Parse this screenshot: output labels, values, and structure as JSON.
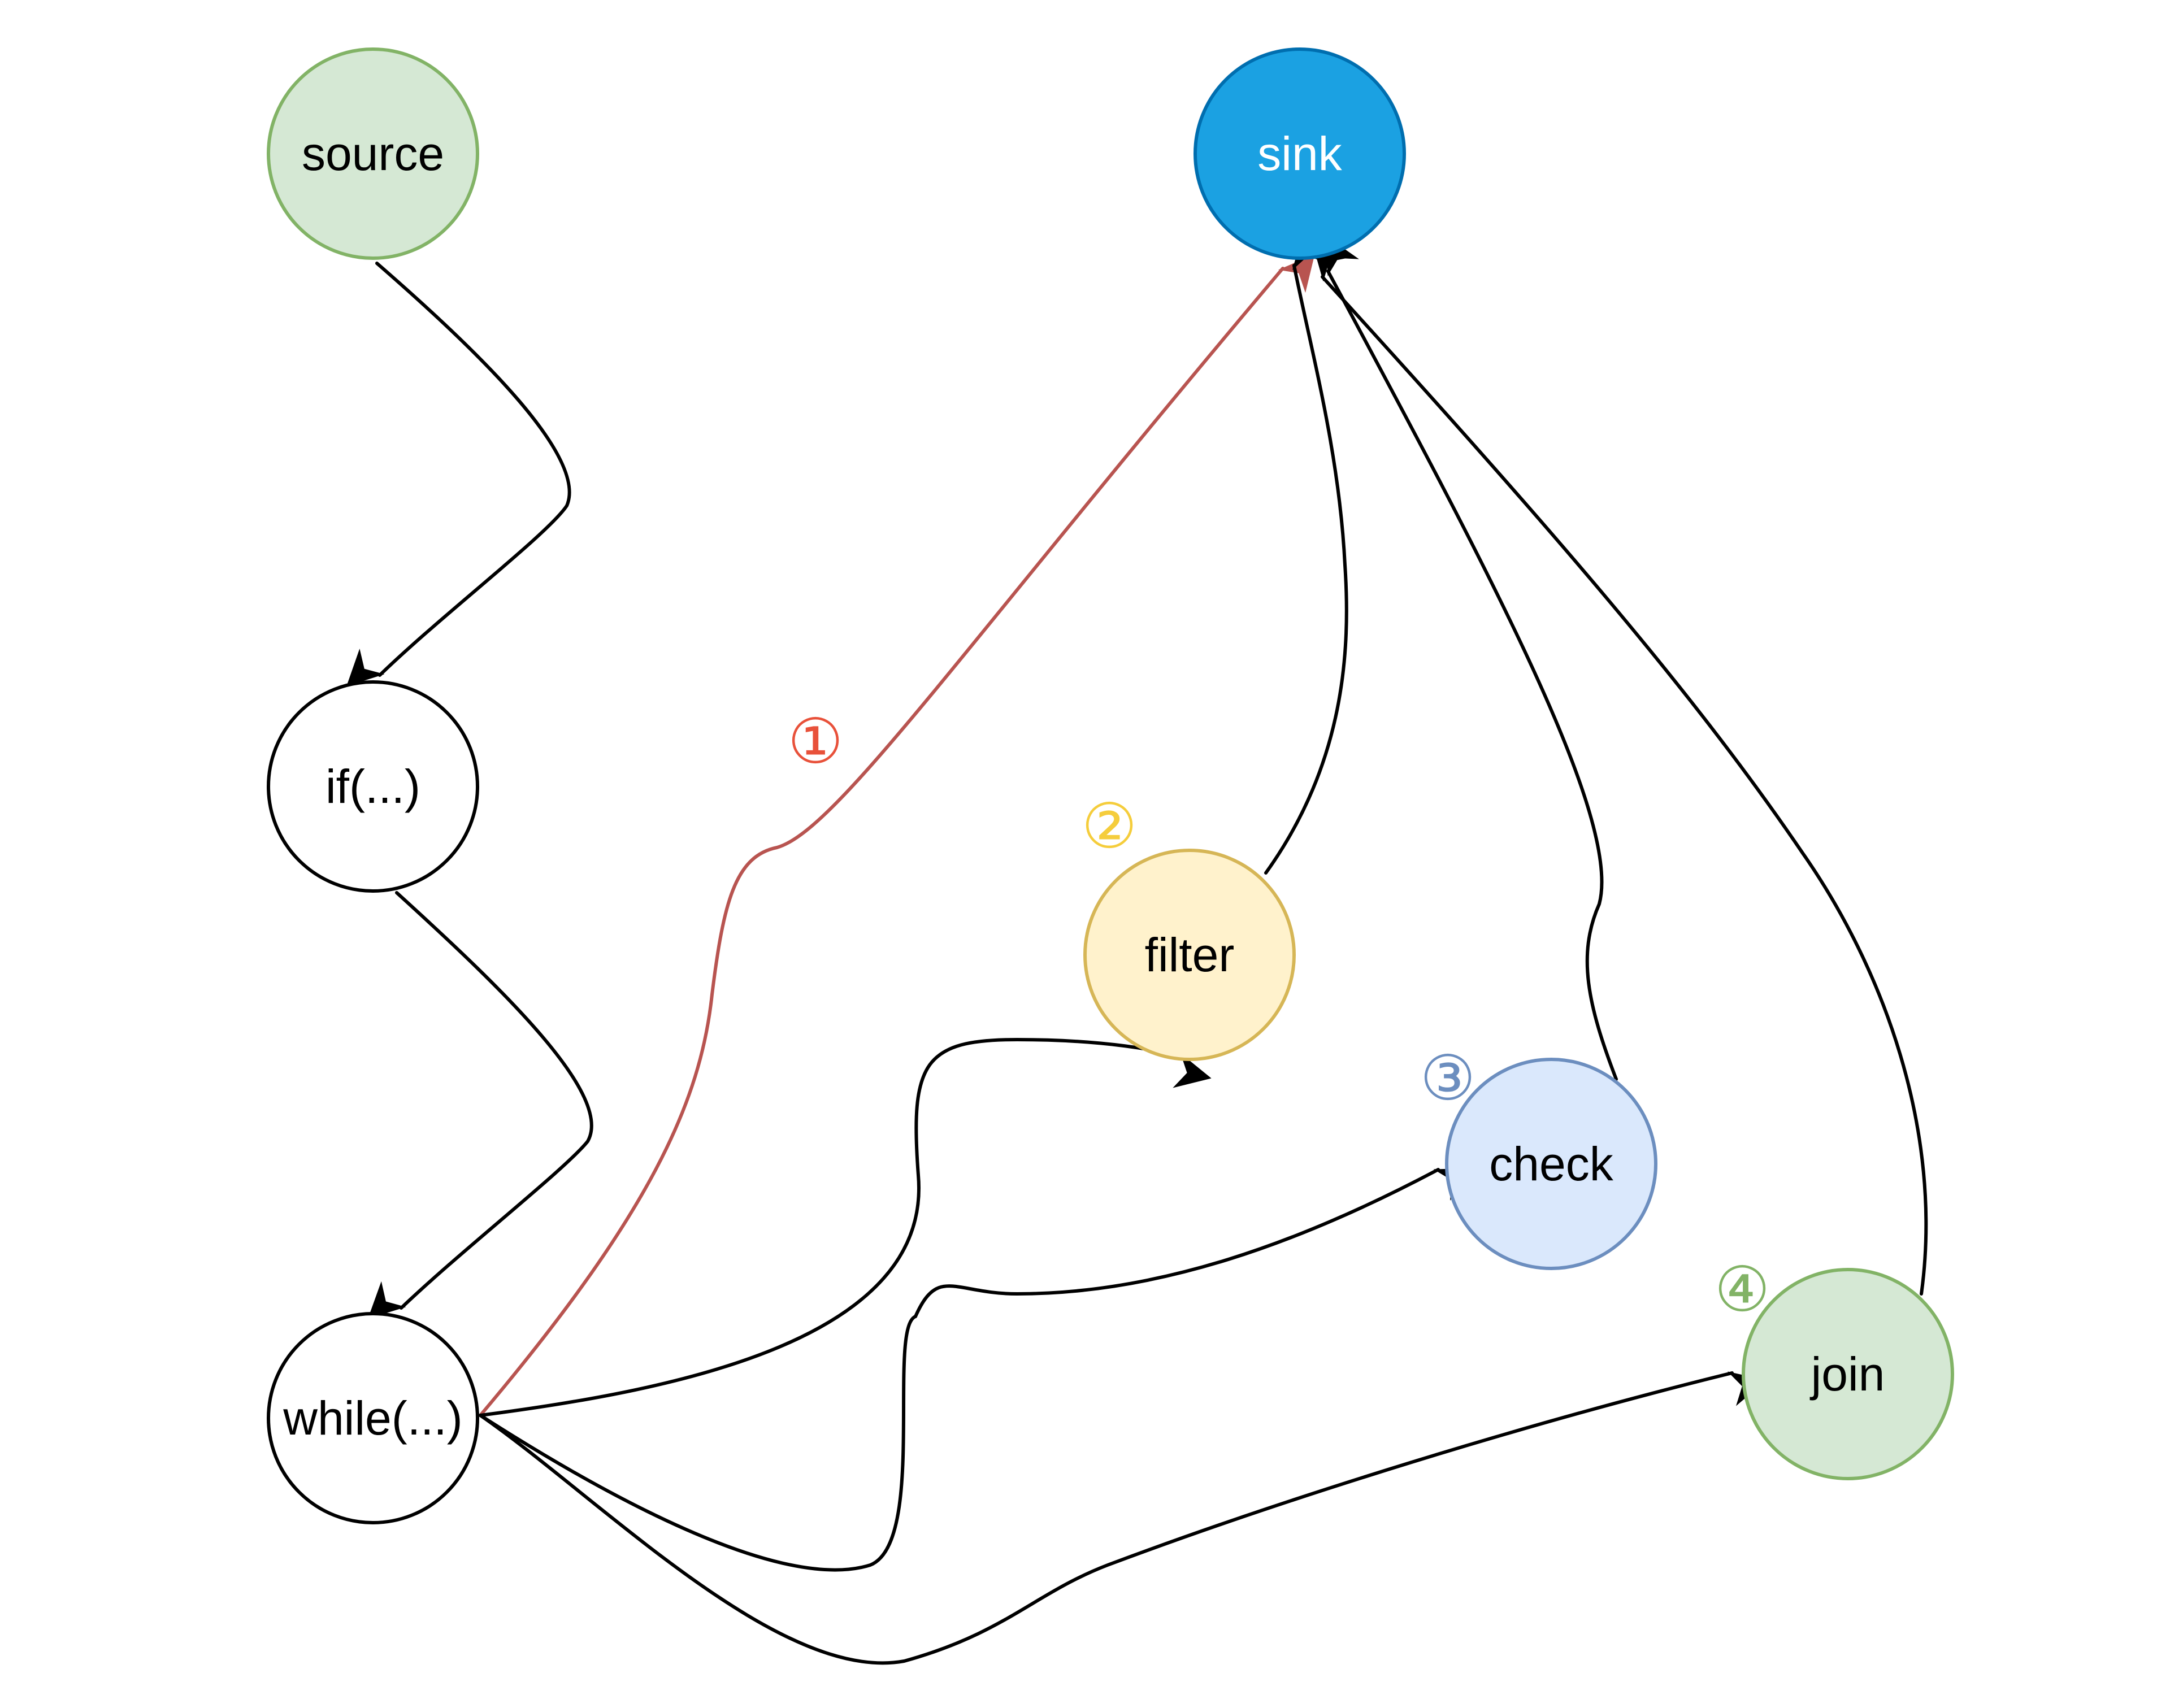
{
  "nodes": {
    "source": {
      "label": "source",
      "fill": "#d5e8d4",
      "stroke": "#82b366",
      "text_color": "#000000"
    },
    "sink": {
      "label": "sink",
      "fill": "#1ba1e2",
      "stroke": "#006eaf",
      "text_color": "#ffffff"
    },
    "if": {
      "label": "if(...)",
      "fill": "#ffffff",
      "stroke": "#000000",
      "text_color": "#000000"
    },
    "while": {
      "label": "while(...)",
      "fill": "#ffffff",
      "stroke": "#000000",
      "text_color": "#000000"
    },
    "filter": {
      "label": "filter",
      "fill": "#fff2cc",
      "stroke": "#d6b656",
      "text_color": "#000000"
    },
    "check": {
      "label": "check",
      "fill": "#dae8fc",
      "stroke": "#6c8ebf",
      "text_color": "#000000"
    },
    "join": {
      "label": "join",
      "fill": "#d5e8d4",
      "stroke": "#82b366",
      "text_color": "#000000"
    }
  },
  "markers": {
    "m1": {
      "label": "①",
      "color": "#e8513a"
    },
    "m2": {
      "label": "②",
      "color": "#f5cd3c"
    },
    "m3": {
      "label": "③",
      "color": "#6c8ebf"
    },
    "m4": {
      "label": "④",
      "color": "#82b366"
    }
  },
  "edges": [
    {
      "name": "edge-source-to-if",
      "from": "source",
      "to": "if",
      "color": "#000000"
    },
    {
      "name": "edge-if-to-while",
      "from": "if",
      "to": "while",
      "color": "#000000"
    },
    {
      "name": "edge-while-to-sink",
      "from": "while",
      "to": "sink",
      "color": "#b85450"
    },
    {
      "name": "edge-while-to-filter",
      "from": "while",
      "to": "filter",
      "color": "#000000"
    },
    {
      "name": "edge-while-to-check",
      "from": "while",
      "to": "check",
      "color": "#000000"
    },
    {
      "name": "edge-while-to-join",
      "from": "while",
      "to": "join",
      "color": "#000000"
    },
    {
      "name": "edge-filter-to-sink",
      "from": "filter",
      "to": "sink",
      "color": "#000000"
    },
    {
      "name": "edge-check-to-sink",
      "from": "check",
      "to": "sink",
      "color": "#000000"
    },
    {
      "name": "edge-join-to-sink",
      "from": "join",
      "to": "sink",
      "color": "#000000"
    }
  ]
}
